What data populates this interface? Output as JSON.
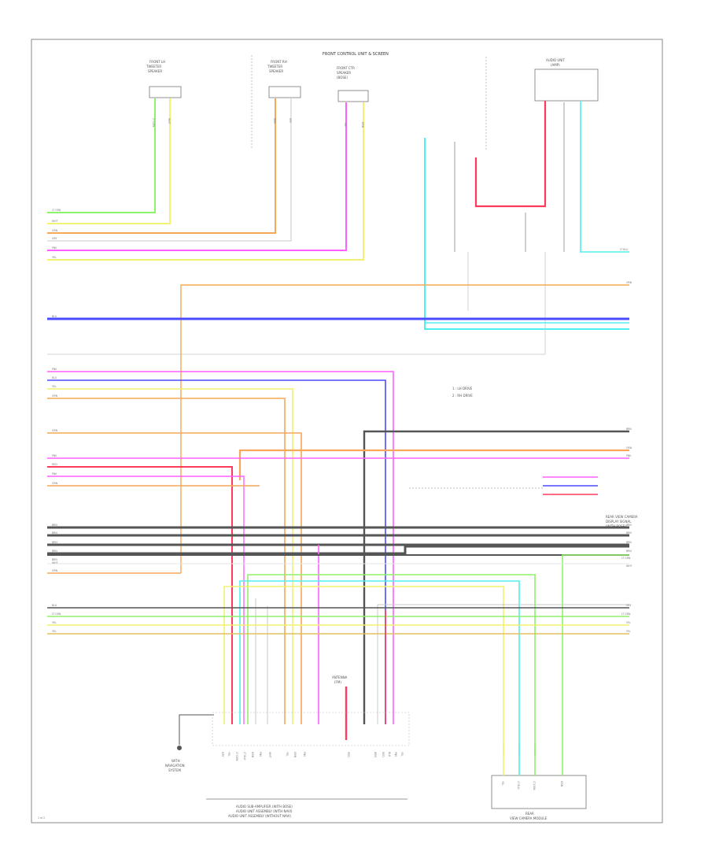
{
  "diagram": {
    "page_ref": "1 of 2",
    "header": "FRONT CONTROL UNIT & SCREEN",
    "components": {
      "front_lh_tweeter": [
        "FRONT LH",
        "TWEETER",
        "SPEAKER"
      ],
      "front_rh_tweeter": [
        "FRONT RH",
        "TWEETER",
        "SPEAKER"
      ],
      "front_center": [
        "FRONT CTR",
        "SPEAKER",
        "(BOSE)"
      ],
      "audio_unit_top": [
        "AUDIO UNIT",
        "(AMP)"
      ],
      "antenna": [
        "ANTENNA",
        "(FM)"
      ],
      "antenna_ground": [
        "WITH",
        "NAVIGATION",
        "SYSTEM"
      ],
      "main_unit_caption": [
        "AUDIO SUB-AMPLIFIER (WITH BOSE)",
        "AUDIO UNIT ASSEMBLY (WITH NAVI)",
        "AUDIO UNIT ASSEMBLY (WITHOUT NAVI)"
      ],
      "rear_camera_caption": [
        "REAR",
        "VIEW CAMERA MODULE"
      ],
      "near_side_note": [
        "REAR VIEW CAMERA",
        "DISPLAY SIGNAL",
        "(WITH BOSE)"
      ]
    },
    "legend": [
      "1 : LH DRIVE",
      "2 : RH DRIVE"
    ],
    "wire_labels": {
      "lh_tweeter": [
        "LT GRN",
        "WHT"
      ],
      "rh_tweeter": [
        "RED",
        "GRY"
      ],
      "center": [
        "YEL",
        "GRN"
      ],
      "block1_left": [
        "LT GRN",
        "WHT",
        "ORN",
        "GRY",
        "PNK",
        "YEL"
      ],
      "blue_line": "BLU",
      "orange_top": "ORN",
      "lt_blu_right": "LT BLU",
      "block2_left": [
        "PNK",
        "BLU",
        "YEL",
        "ORN"
      ],
      "orange_mid": "ORN",
      "block3_left": [
        "PNK",
        "RED",
        "PNK",
        "ORN"
      ],
      "block3_right": [
        "BRN",
        "ORN",
        "PNK"
      ],
      "block4_left": [
        "BRN",
        "BRN",
        "BRN",
        "BRN",
        "BRN",
        "WHT",
        "ORN"
      ],
      "block4_right": [
        "BRN",
        "BRN",
        "BRN",
        "BRN",
        "LT GRN",
        "WHT"
      ],
      "block5_left": [
        "BLU",
        "LT GRN",
        "YEL",
        "YEL"
      ],
      "block5_right": [
        "GRY",
        "LT GRN",
        "YEL",
        "YEL"
      ],
      "bottom_pins": [
        "GRY",
        "YEL",
        "LT GRN",
        "LT BLU",
        "GRN",
        "PNK",
        "WHT",
        "YEL",
        "ORN",
        "PNK",
        "RED",
        "BRN",
        "RED",
        "BLU",
        "PNK",
        "YEL"
      ],
      "camera_pins": [
        "YEL",
        "LT BLU",
        "LT GRN",
        "GRN"
      ]
    },
    "colors": {
      "lt_grn": "#8ef26a",
      "yel": "#f2f270",
      "orn": "#f6a75a",
      "pnk": "#ff60ff",
      "red": "#ff3a5a",
      "blu": "#4b4bff",
      "lt_blu": "#4ff0f0",
      "brn": "#555555",
      "gry": "#c8c8c8",
      "wht": "#e6e6e6"
    }
  }
}
